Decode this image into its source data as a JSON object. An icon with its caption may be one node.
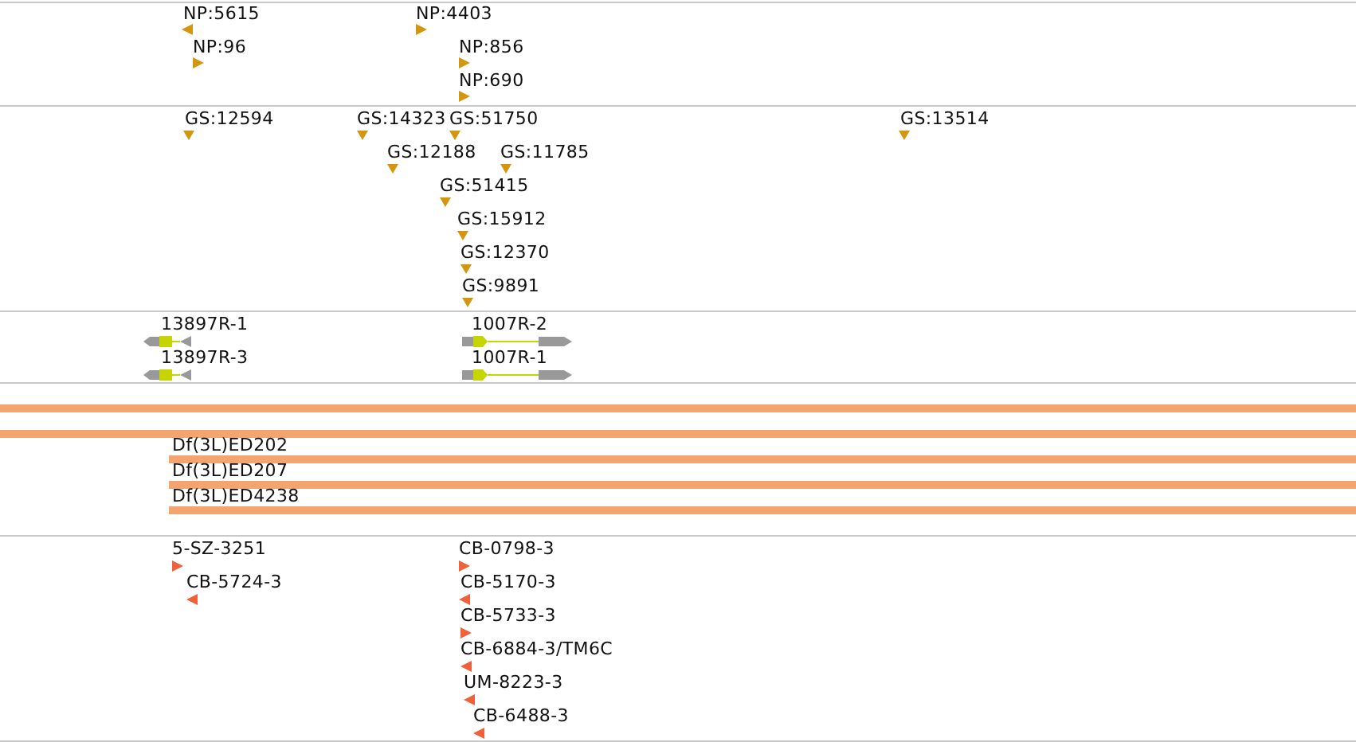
{
  "diagram": {
    "labels": [
      "NP:5615",
      "NP:4403",
      "NP:96",
      "NP:856",
      "NP:690",
      "GS:12594",
      "GS:14323",
      "GS:51750",
      "GS:13514",
      "GS:12188",
      "GS:11785",
      "GS:51415",
      "GS:15912",
      "GS:12370",
      "GS:9891",
      "13897R-1",
      "1007R-2",
      "13897R-3",
      "1007R-1",
      "Df(3L)ED202",
      "Df(3L)ED207",
      "Df(3L)ED4238",
      "5-SZ-3251",
      "CB-0798-3",
      "CB-5724-3",
      "CB-5170-3",
      "CB-5733-3",
      "CB-6884-3/TM6C",
      "UM-8223-3",
      "CB-6488-3"
    ]
  }
}
